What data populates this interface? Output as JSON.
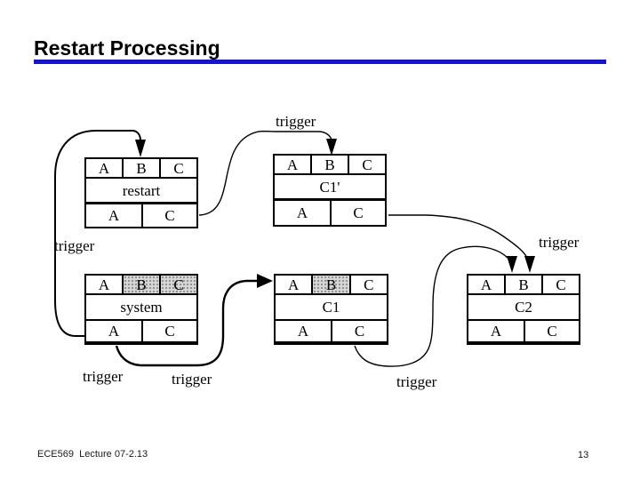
{
  "slide": {
    "title": "Restart Processing",
    "underline_color": "#1414cc",
    "footer": "ECE569  Lecture 07-2.13",
    "page_number": "13"
  },
  "diagram": {
    "boxes": [
      {
        "id": "restart",
        "header": [
          "A",
          "B",
          "C"
        ],
        "label": "restart",
        "footer": [
          "A",
          "C"
        ],
        "shaded_header_cells": []
      },
      {
        "id": "c1-prime",
        "header": [
          "A",
          "B",
          "C"
        ],
        "label": "C1'",
        "footer": [
          "A",
          "C"
        ],
        "shaded_header_cells": []
      },
      {
        "id": "system",
        "header": [
          "A",
          "B",
          "C"
        ],
        "label": "system",
        "footer": [
          "A",
          "C"
        ],
        "shaded_header_cells": [
          "B",
          "C"
        ]
      },
      {
        "id": "c1",
        "header": [
          "A",
          "B",
          "C"
        ],
        "label": "C1",
        "footer": [
          "A",
          "C"
        ],
        "shaded_header_cells": [
          "B"
        ]
      },
      {
        "id": "c2",
        "header": [
          "A",
          "B",
          "C"
        ],
        "label": "C2",
        "footer": [
          "A",
          "C"
        ],
        "shaded_header_cells": []
      }
    ],
    "triggers": [
      {
        "id": "top",
        "text": "trigger"
      },
      {
        "id": "left",
        "text": "trigger"
      },
      {
        "id": "right",
        "text": "trigger"
      },
      {
        "id": "bottom-left",
        "text": "trigger"
      },
      {
        "id": "bottom-mid",
        "text": "trigger"
      },
      {
        "id": "bottom-right",
        "text": "trigger"
      }
    ],
    "line_color": "#000000"
  }
}
